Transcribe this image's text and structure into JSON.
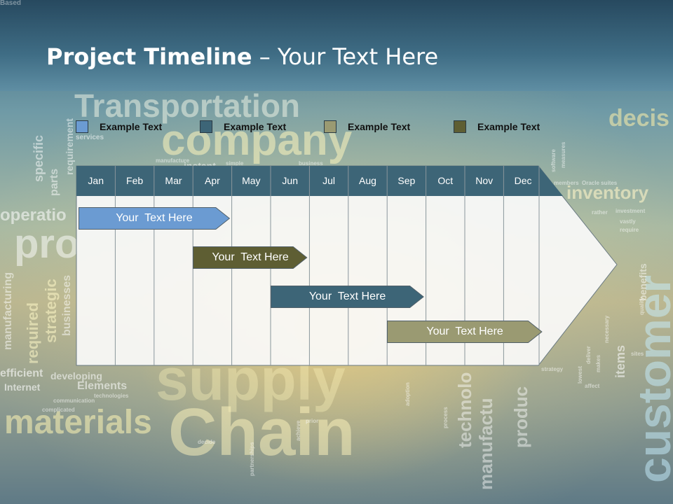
{
  "slide": {
    "title_bold": "Project Timeline",
    "title_rest": "Your Text Here",
    "title_separator": "–"
  },
  "legend": [
    {
      "label": "Example Text",
      "color": "#6b9bd2"
    },
    {
      "label": "Example Text",
      "color": "#3d6577"
    },
    {
      "label": "Example Text",
      "color": "#9a9a72"
    },
    {
      "label": "Example Text",
      "color": "#5e5e33"
    }
  ],
  "months": [
    "Jan",
    "Feb",
    "Mar",
    "Apr",
    "May",
    "Jun",
    "Jul",
    "Aug",
    "Sep",
    "Oct",
    "Nov",
    "Dec"
  ],
  "tasks": [
    {
      "label": "Your  Text Here",
      "start_month": 0,
      "end_month": 3.9,
      "color": "#6b9bd2"
    },
    {
      "label": "Your  Text Here",
      "start_month": 2.95,
      "end_month": 5.9,
      "color": "#5e5e33"
    },
    {
      "label": "Your  Text Here",
      "start_month": 4.95,
      "end_month": 8.9,
      "color": "#3d6577"
    },
    {
      "label": "Your  Text Here",
      "start_month": 7.95,
      "end_month": 11.95,
      "color": "#9a9a72"
    }
  ],
  "background_words": [
    "Transportation",
    "company",
    "decis",
    "inventory",
    "services",
    "requirement",
    "specific",
    "parts",
    "operatio",
    "pro",
    "manufacturing",
    "required",
    "strategic",
    "businesses",
    "efficient",
    "developing",
    "Internet",
    "Elements",
    "technologies",
    "materials",
    "Chain",
    "supply",
    "technolo",
    "manufactu",
    "produc",
    "customer",
    "items",
    "benefits",
    "decide",
    "partnerships",
    "achieve",
    "prior",
    "process",
    "adoption",
    "rather",
    "investment",
    "vastly",
    "require",
    "members",
    "Oracle suites",
    "quality",
    "sites",
    "strategy",
    "affect",
    "makes",
    "lowest",
    "deliver",
    "necessary",
    "communication",
    "complicated",
    "manufacture",
    "instant",
    "simple",
    "business",
    "software",
    "measures",
    "Based"
  ]
}
